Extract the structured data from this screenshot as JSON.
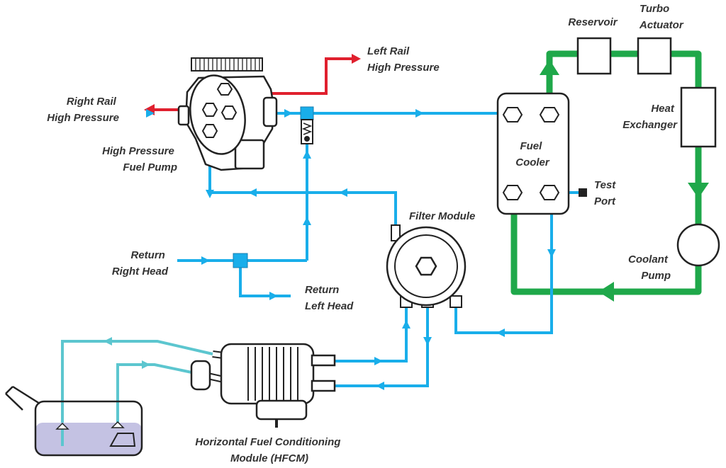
{
  "labels": {
    "left_rail": [
      "Left Rail",
      "High Pressure"
    ],
    "right_rail": [
      "Right Rail",
      "High Pressure"
    ],
    "hp_pump": [
      "High Pressure",
      "Fuel Pump"
    ],
    "return_right": [
      "Return",
      "Right Head"
    ],
    "return_left": [
      "Return",
      "Left Head"
    ],
    "filter": [
      "Filter Module"
    ],
    "hfcm": [
      "Horizontal Fuel Conditioning",
      "Module (HFCM)"
    ],
    "fuel_cooler": [
      "Fuel",
      "Cooler"
    ],
    "test_port": [
      "Test",
      "Port"
    ],
    "reservoir": [
      "Reservoir"
    ],
    "turbo": [
      "Turbo",
      "Actuator"
    ],
    "heat_exchanger": [
      "Heat",
      "Exchanger"
    ],
    "coolant_pump": [
      "Coolant",
      "Pump"
    ]
  },
  "colors": {
    "high_pressure": "#e0202e",
    "fuel_line": "#19aeea",
    "tank_line": "#5cc6cf",
    "coolant_line": "#1fa84a",
    "tank_fuel": "#c4c2e3",
    "outline": "#222222",
    "label_text": "#333333"
  }
}
